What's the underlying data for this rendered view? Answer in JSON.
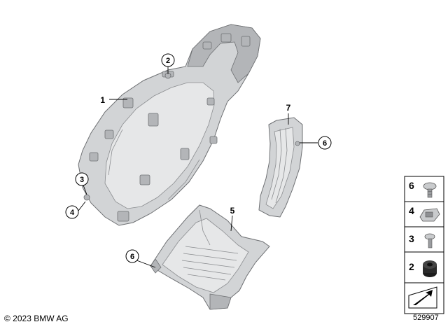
{
  "callouts": {
    "c1": "1",
    "c2": "2",
    "c3": "3",
    "c4": "4",
    "c5": "5",
    "c6a": "6",
    "c6b": "6",
    "c7": "7"
  },
  "legend": {
    "items": [
      {
        "number": "6",
        "part_icon": "body-screw-icon"
      },
      {
        "number": "4",
        "part_icon": "u-nut-clip-icon"
      },
      {
        "number": "3",
        "part_icon": "screw-icon"
      },
      {
        "number": "2",
        "part_icon": "rubber-grommet-icon"
      }
    ],
    "last_cell_icon": "corner-arrow-icon"
  },
  "footer": {
    "copyright": "© 2023 BMW AG",
    "diagram_number": "529907"
  },
  "colors": {
    "part_fill": "#d2d4d6",
    "part_outline": "#6e7073",
    "text": "#000000"
  }
}
